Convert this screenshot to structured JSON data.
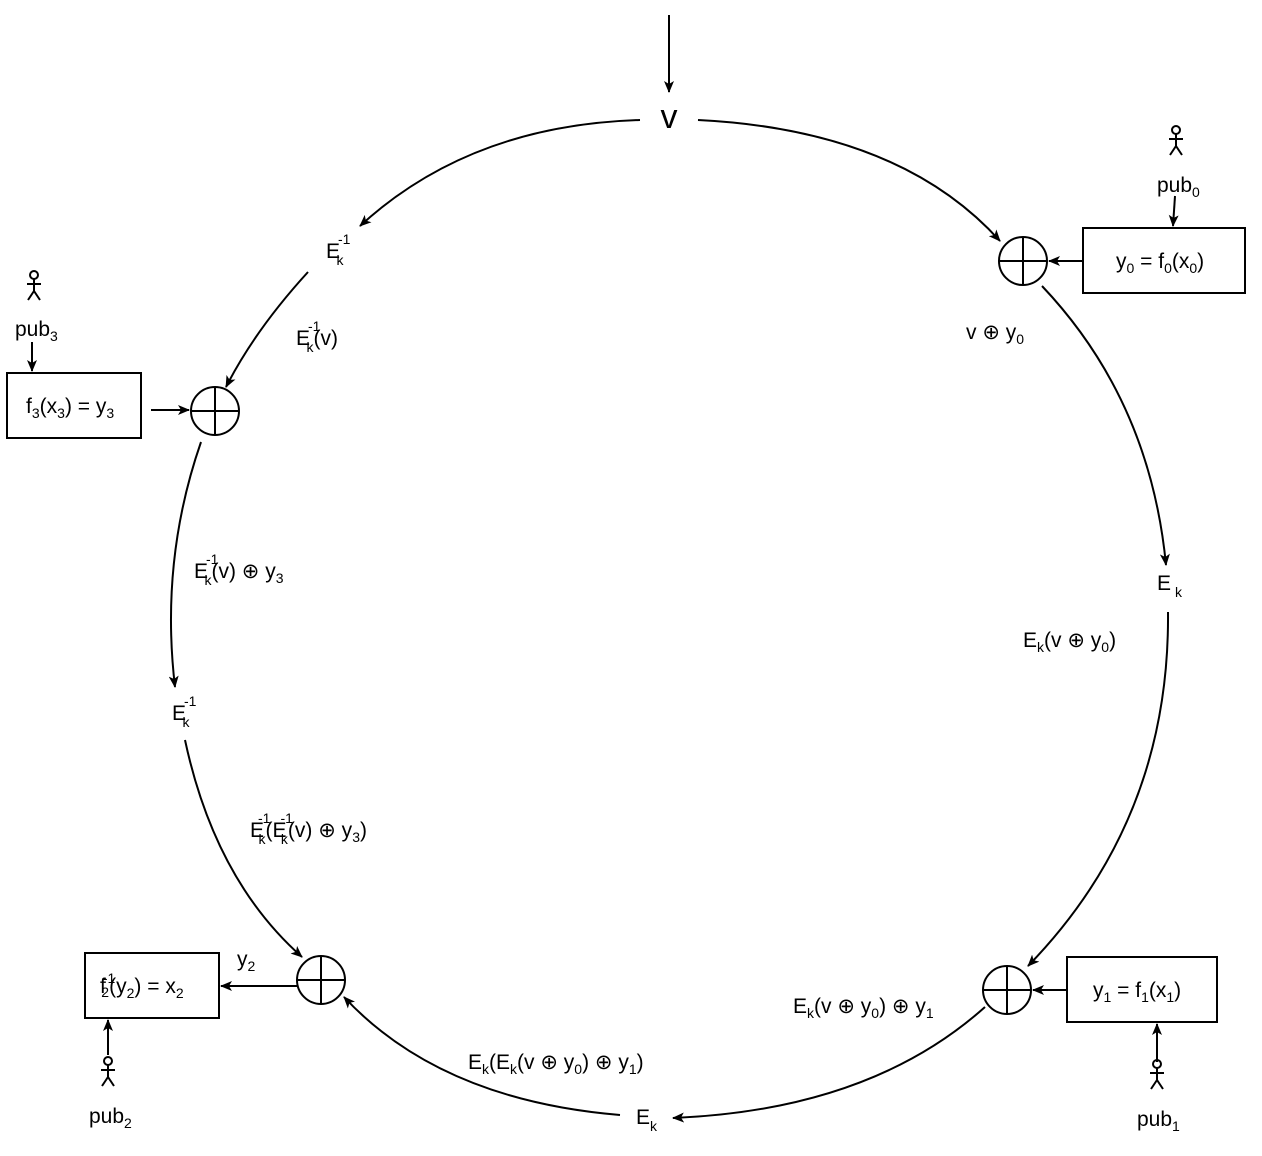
{
  "colors": {
    "stroke": "#000000",
    "background": "#ffffff"
  },
  "input": {
    "value": "v"
  },
  "operators": {
    "E": "E",
    "k": "k",
    "inv": "-1",
    "xor_symbol": "⊕"
  },
  "labels": {
    "v_xor_y0": {
      "v": "v",
      "y": "y",
      "sub": "0"
    },
    "ek_v_xor_y0": {
      "pre": "E",
      "k": "k",
      "mid": "(v ⊕ y",
      "sub": "0",
      "post": ")"
    },
    "ek_v_xor_y0_xor_y1": {
      "pre": "E",
      "k": "k",
      "mid": "(v ⊕ y",
      "sub0": "0",
      "mid2": ") ⊕ y",
      "sub1": "1"
    },
    "ek_ek_full": {
      "E": "E",
      "k": "k",
      "open": "(E",
      "k2": "k",
      "mid": "(v ⊕ y",
      "sub0": "0",
      "mid2": ") ⊕ y",
      "sub1": "1",
      "close": ")"
    },
    "ekinv_v": {
      "E": "E",
      "k": "k",
      "inv": "-1",
      "rest": "(v)"
    },
    "ekinv_v_xor_y3": {
      "E": "E",
      "k": "k",
      "inv": "-1",
      "rest": "(v) ⊕ y",
      "sub": "3"
    },
    "ekinv_ekinv_v_xor_y3": {
      "E": "E",
      "k": "k",
      "inv": "-1",
      "open": "(E",
      "k2": "k",
      "inv2": "-1",
      "rest": "(v) ⊕ y",
      "sub": "3",
      "close": ")"
    },
    "y2_out": {
      "y": "y",
      "sub": "2"
    }
  },
  "boxes": {
    "box0": {
      "a": "y",
      "a_sub": "0",
      "eq": " = f",
      "f_sub": "0",
      "open": "(x",
      "x_sub": "0",
      "close": ")"
    },
    "box1": {
      "a": "y",
      "a_sub": "1",
      "eq": " = f",
      "f_sub": "1",
      "open": "(x",
      "x_sub": "1",
      "close": ")"
    },
    "box2": {
      "f": "f",
      "inv": "-1",
      "f_sub": "2",
      "open": "(y",
      "y_sub": "2",
      "eq": ") = x",
      "x_sub": "2"
    },
    "box3": {
      "f": "f",
      "f_sub": "3",
      "open": "(x",
      "x_sub": "3",
      "eq": ") = y",
      "y_sub": "3"
    }
  },
  "actors": [
    {
      "name": "pub",
      "sub": "0"
    },
    {
      "name": "pub",
      "sub": "1"
    },
    {
      "name": "pub",
      "sub": "2"
    },
    {
      "name": "pub",
      "sub": "3"
    }
  ]
}
